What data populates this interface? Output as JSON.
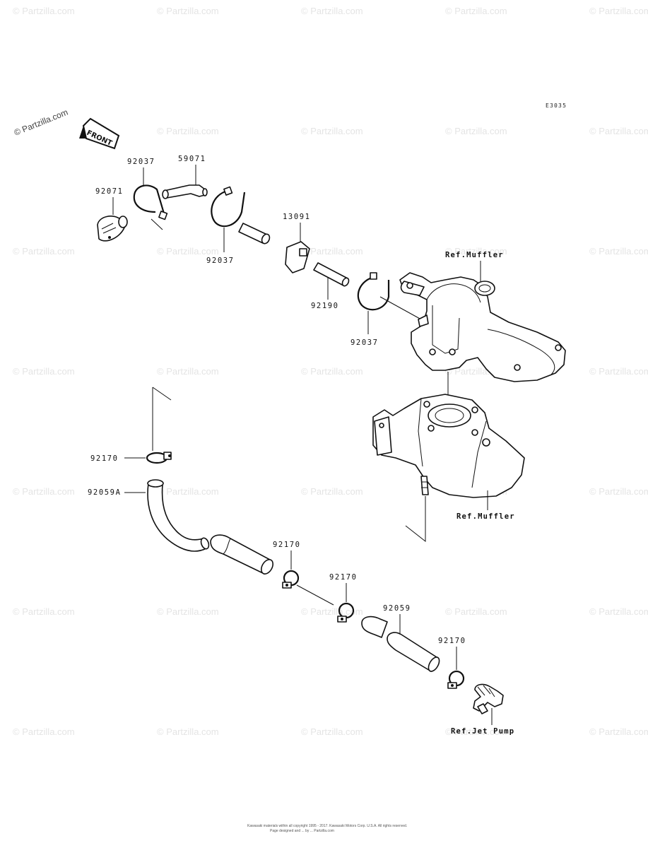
{
  "diagram": {
    "code": "E3035",
    "front_arrow_label": "FRONT",
    "watermark_text": "© Partzilla.com",
    "copyright_line1": "Kawasaki materials within all copyright 1995 - 2017. Kawasaki Motors Corp. U.S.A. All rights reserved.",
    "copyright_line2": "Page designed and ... by ... Partzilla.com",
    "labels": {
      "p92037_a": "92037",
      "p59071": "59071",
      "p92071": "92071",
      "p92037_b": "92037",
      "p13091": "13091",
      "p92190": "92190",
      "p92037_c": "92037",
      "ref_muffler_top": "Ref.Muffler",
      "ref_muffler_bottom": "Ref.Muffler",
      "p92170_a": "92170",
      "p92059a": "92059A",
      "p92170_b": "92170",
      "p92170_c": "92170",
      "p92059": "92059",
      "p92170_d": "92170",
      "ref_jet_pump": "Ref.Jet Pump"
    },
    "colors": {
      "line": "#111111",
      "watermark": "#e4e4e4",
      "background": "#ffffff"
    }
  }
}
